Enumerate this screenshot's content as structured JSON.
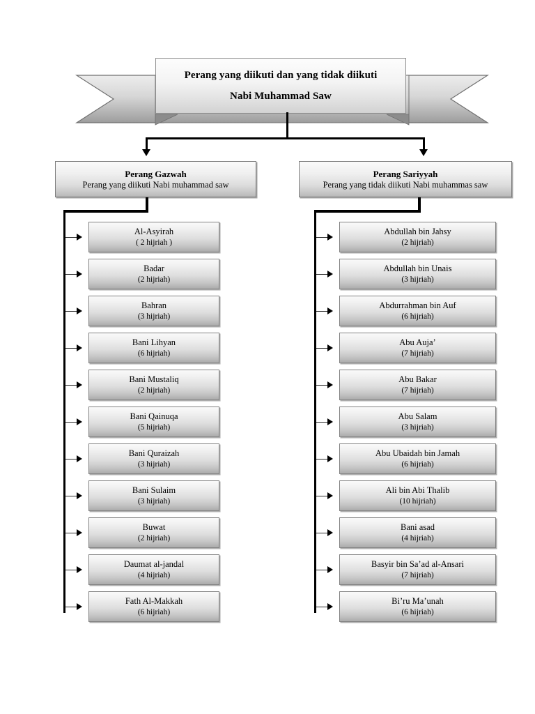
{
  "banner": {
    "line1": "Perang yang diikuti dan yang tidak diikuti",
    "line2": "Nabi Muhammad Saw"
  },
  "categories": [
    {
      "title": "Perang Gazwah",
      "subtitle": "Perang yang diikuti Nabi muhammad saw"
    },
    {
      "title": "Perang Sariyyah",
      "subtitle": "Perang yang tidak diikuti Nabi muhammas saw"
    }
  ],
  "left_items": [
    {
      "name": "Al-Asyirah",
      "year": "( 2 hijriah )"
    },
    {
      "name": "Badar",
      "year": "(2 hijriah)"
    },
    {
      "name": "Bahran",
      "year": "(3 hijriah)"
    },
    {
      "name": "Bani Lihyan",
      "year": "(6 hijriah)"
    },
    {
      "name": "Bani Mustaliq",
      "year": "(2 hijriah)"
    },
    {
      "name": "Bani Qainuqa",
      "year": "(5 hijriah)"
    },
    {
      "name": "Bani Quraizah",
      "year": "(3 hijriah)"
    },
    {
      "name": "Bani Sulaim",
      "year": "(3 hijriah)"
    },
    {
      "name": "Buwat",
      "year": "(2 hijriah)"
    },
    {
      "name": "Daumat al-jandal",
      "year": "(4 hijriah)"
    },
    {
      "name": "Fath Al-Makkah",
      "year": "(6 hijriah)"
    }
  ],
  "right_items": [
    {
      "name": "Abdullah bin Jahsy",
      "year": "(2 hijriah)"
    },
    {
      "name": "Abdullah bin Unais",
      "year": "(3 hijriah)"
    },
    {
      "name": "Abdurrahman bin Auf",
      "year": "(6 hijriah)"
    },
    {
      "name": "Abu Auja’",
      "year": "(7 hijriah)"
    },
    {
      "name": "Abu Bakar",
      "year": "(7 hijriah)"
    },
    {
      "name": "Abu Salam",
      "year": "(3 hijriah)"
    },
    {
      "name": "Abu Ubaidah bin Jamah",
      "year": "(6 hijriah)"
    },
    {
      "name": "Ali bin Abi Thalib",
      "year": "(10 hijriah)"
    },
    {
      "name": "Bani asad",
      "year": "(4 hijriah)"
    },
    {
      "name": "Basyir bin Sa’ad al-Ansari",
      "year": "(7 hijriah)"
    },
    {
      "name": "Bi’ru Ma’unah",
      "year": "(6 hijriah)"
    }
  ],
  "colors": {
    "page_background": "#ffffff",
    "connector": "#000000",
    "box_border": "#7d7d7d",
    "box_fill_light": "#fafafa",
    "box_fill_dark": "#ababab",
    "ribbon_fill_light": "#e9e9e9",
    "ribbon_fill_dark": "#9d9d9d",
    "text": "#000000"
  }
}
